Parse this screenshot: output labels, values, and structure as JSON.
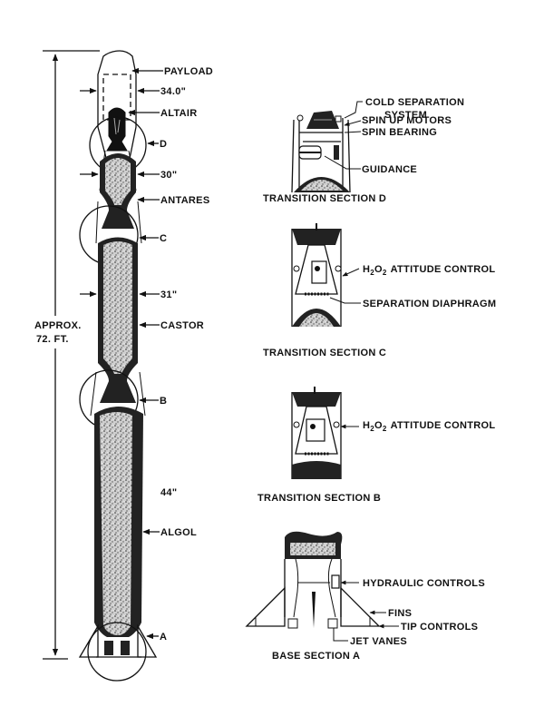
{
  "title": "Scout launch vehicle cutaway with transition sections",
  "vehicle": {
    "overall_length_label": "APPROX.",
    "overall_length_value": "72. FT.",
    "labels": {
      "payload": "PAYLOAD",
      "payload_diameter": "34.0\"",
      "altair": "ALTAIR",
      "section_d": "D",
      "antares_diameter": "30\"",
      "antares": "ANTARES",
      "section_c": "C",
      "castor_diameter": "31\"",
      "castor": "CASTOR",
      "section_b": "B",
      "algol_diameter": "44\"",
      "algol": "ALGOL",
      "section_a": "A"
    }
  },
  "details": {
    "section_d": {
      "caption": "TRANSITION SECTION D",
      "callouts": [
        "COLD SEPARATION",
        "SYSTEM",
        "SPIN UP MOTORS",
        "SPIN BEARING",
        "GUIDANCE"
      ]
    },
    "section_c": {
      "caption": "TRANSITION SECTION C",
      "callouts": [
        "ATTITUDE CONTROL",
        "SEPARATION DIAPHRAGM"
      ],
      "h2o2_prefix": "H",
      "h2o2_sub1": "2",
      "h2o2_mid": "O",
      "h2o2_sub2": "2"
    },
    "section_b": {
      "caption": "TRANSITION SECTION B",
      "callouts": [
        "ATTITUDE CONTROL"
      ],
      "h2o2_prefix": "H",
      "h2o2_sub1": "2",
      "h2o2_mid": "O",
      "h2o2_sub2": "2"
    },
    "section_a": {
      "caption": "BASE SECTION A",
      "callouts": [
        "HYDRAULIC CONTROLS",
        "FINS",
        "TIP CONTROLS",
        "JET VANES"
      ]
    }
  },
  "colors": {
    "ink": "#111111",
    "paper": "#ffffff"
  }
}
